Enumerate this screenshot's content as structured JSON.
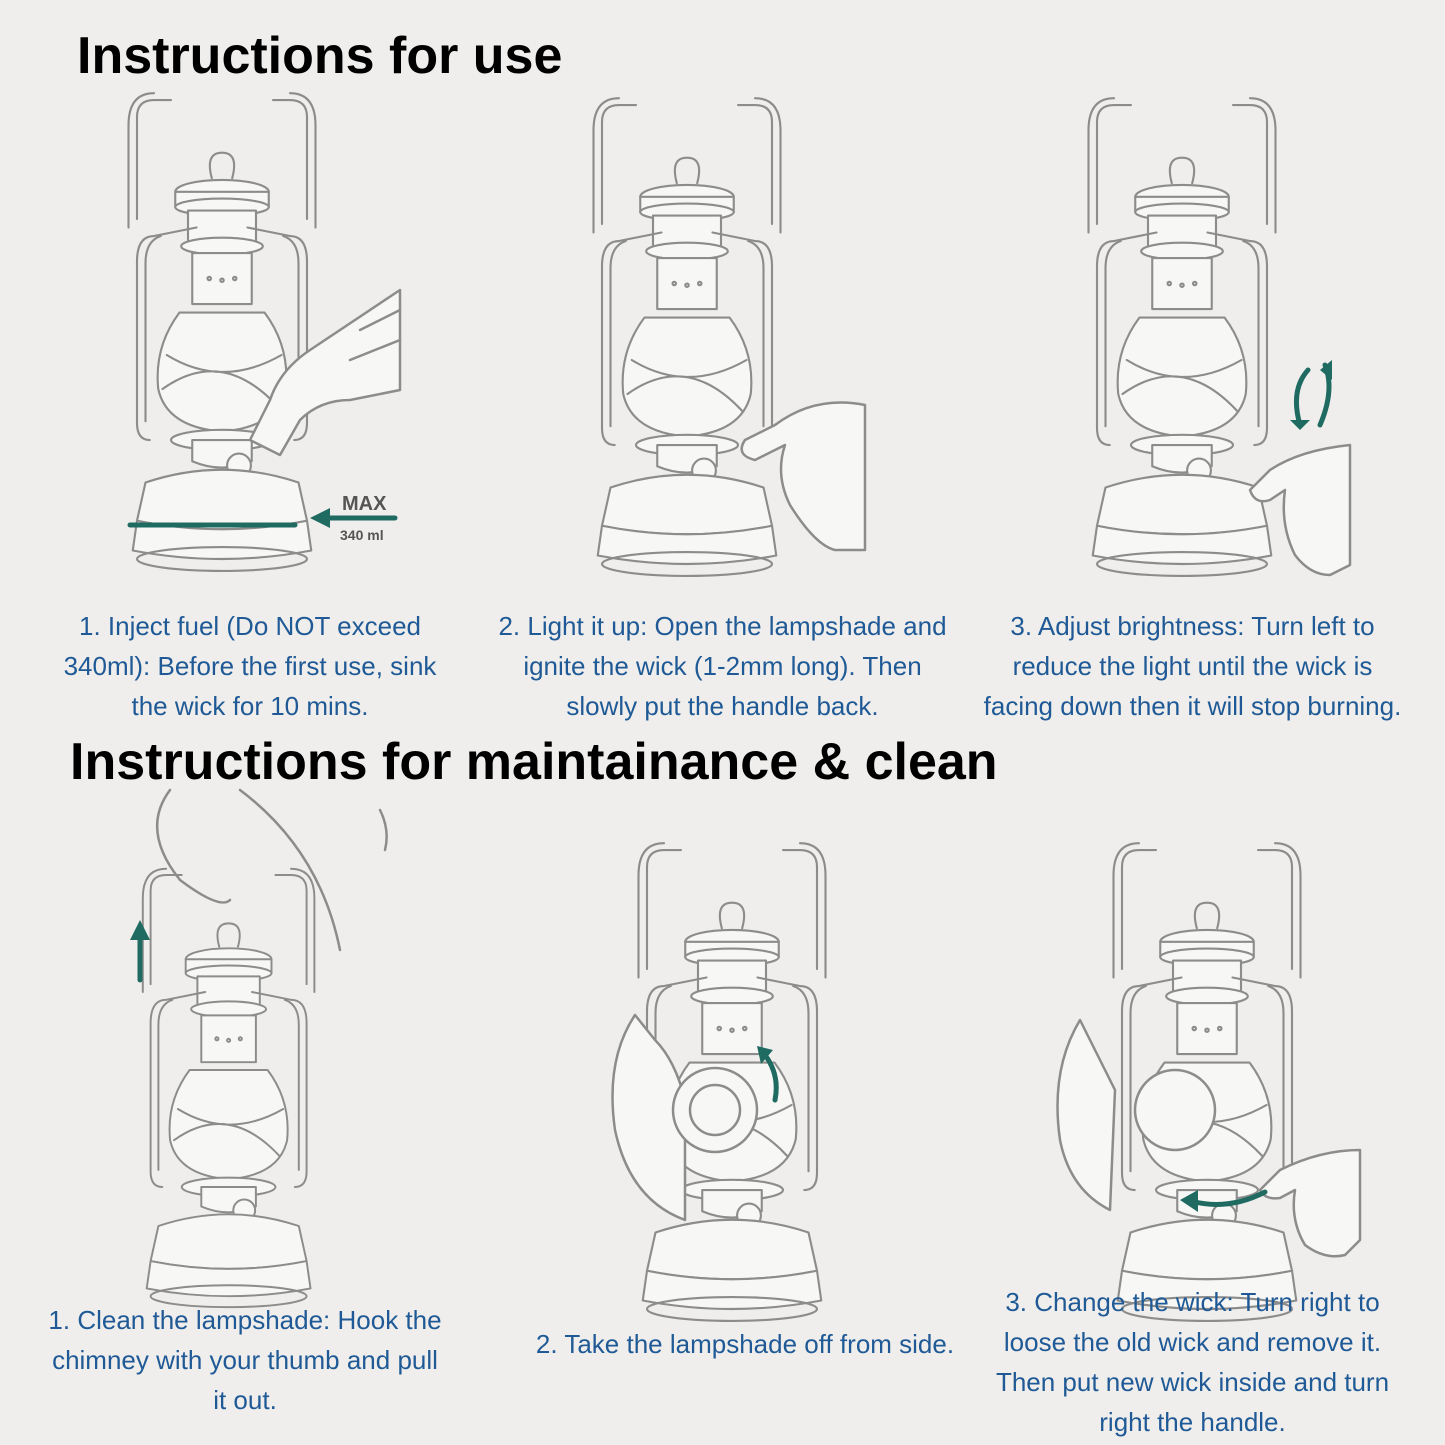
{
  "use_section": {
    "title": "Instructions for use",
    "steps": [
      {
        "caption": "1. Inject fuel (Do NOT exceed 340ml): Before the first use, sink the wick for 10 mins.",
        "marker_label": "MAX",
        "marker_value": "340 ml"
      },
      {
        "caption": "2. Light it up: Open the lampshade and ignite the wick (1-2mm long). Then slowly put the handle back."
      },
      {
        "caption": "3. Adjust brightness: Turn left to reduce the light until the wick is facing down then it will stop burning."
      }
    ]
  },
  "maintenance_section": {
    "title": "Instructions for maintainance & clean",
    "steps": [
      {
        "caption": "1.    Clean the lampshade: Hook the chimney with your thumb and pull it out."
      },
      {
        "caption": "2. Take the lampshade off from side."
      },
      {
        "caption": "3. Change the wick: Turn right to loose the old wick and remove it. Then put new wick inside and turn right the handle."
      }
    ]
  },
  "colors": {
    "background": "#efeeec",
    "caption_text": "#1f5a96",
    "heading_text": "#000000",
    "line_art": "#8c8c8c",
    "arrow_accent": "#1f6b62"
  },
  "icons": [
    "lantern-illustration",
    "fuel-bottle-icon",
    "hand-icon",
    "up-arrow-icon",
    "rotate-arrow-icon",
    "curved-arrow-icon",
    "left-arrow-icon"
  ]
}
